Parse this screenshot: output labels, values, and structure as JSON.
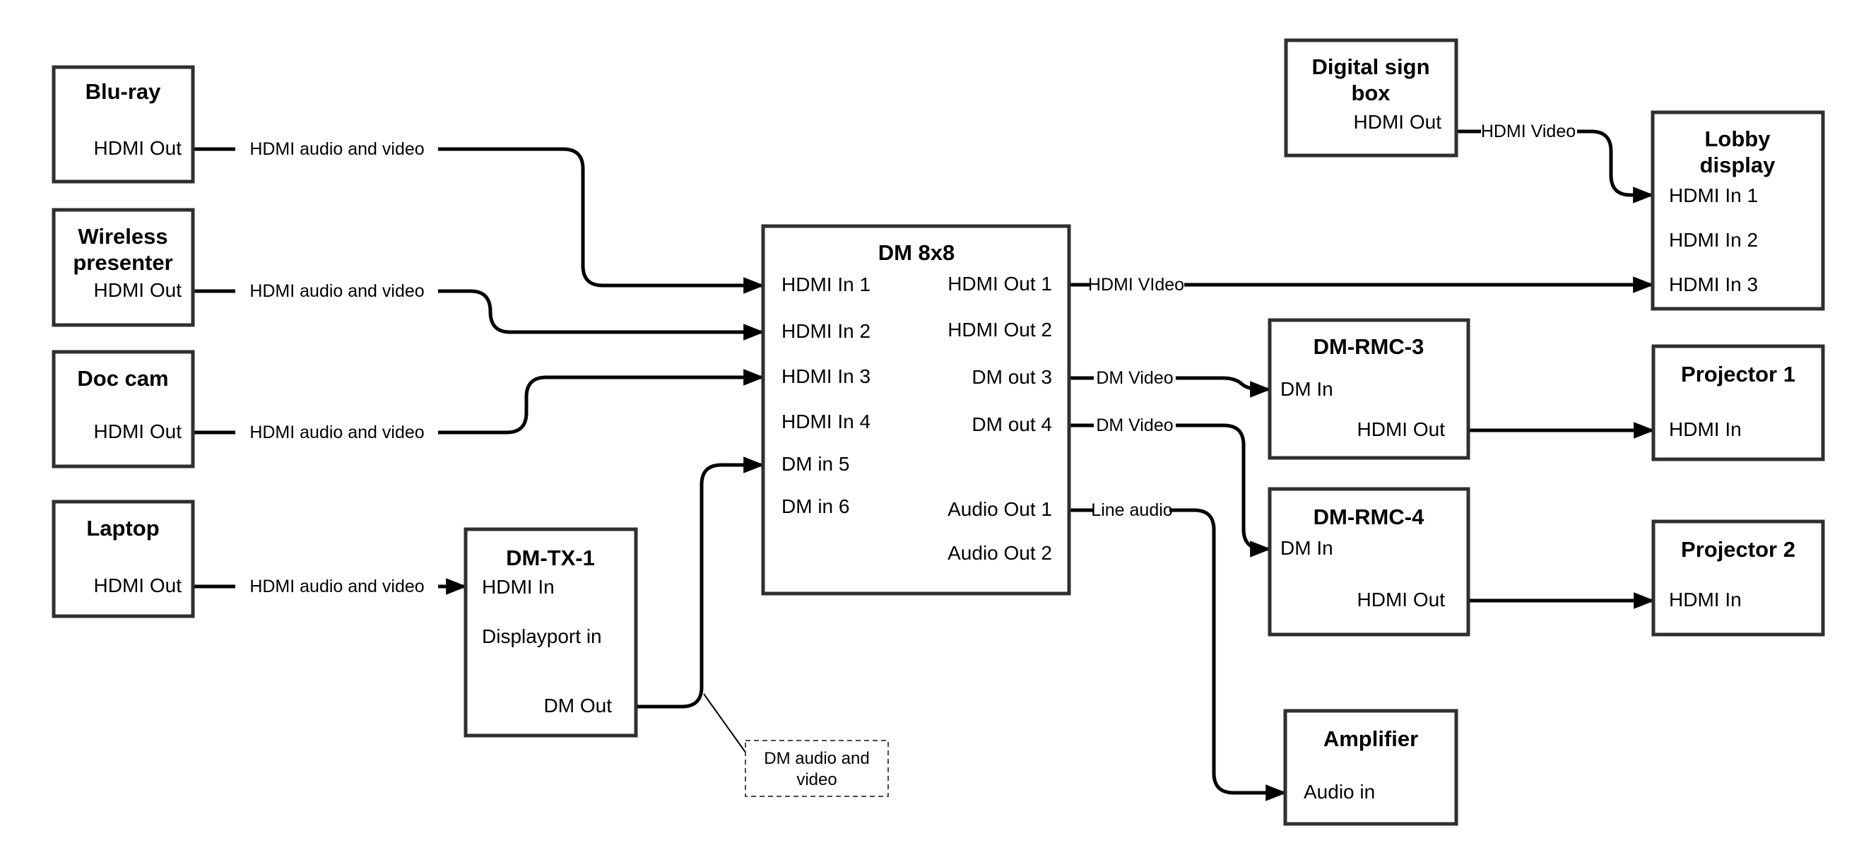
{
  "diagram": {
    "colors": {
      "background": "#ffffff",
      "box_border": "#2f2f2f",
      "note_border": "#4a4a4a",
      "line": "#000000",
      "text": "#000000"
    },
    "nodes": {
      "bluray": {
        "title": "Blu-ray",
        "port_hdmi_out": "HDMI Out"
      },
      "wireless_presenter": {
        "title_line1": "Wireless",
        "title_line2": "presenter",
        "port_hdmi_out": "HDMI Out"
      },
      "doc_cam": {
        "title": "Doc cam",
        "port_hdmi_out": "HDMI Out"
      },
      "laptop": {
        "title": "Laptop",
        "port_hdmi_out": "HDMI Out"
      },
      "dm_tx_1": {
        "title": "DM-TX-1",
        "port_hdmi_in": "HDMI In",
        "port_displayport_in": "Displayport in",
        "port_dm_out": "DM Out"
      },
      "dm_8x8": {
        "title": "DM 8x8",
        "port_hdmi_in_1": "HDMI In 1",
        "port_hdmi_in_2": "HDMI In 2",
        "port_hdmi_in_3": "HDMI In 3",
        "port_hdmi_in_4": "HDMI In 4",
        "port_dm_in_5": "DM in 5",
        "port_dm_in_6": "DM in 6",
        "port_hdmi_out_1": "HDMI Out 1",
        "port_hdmi_out_2": "HDMI Out 2",
        "port_dm_out_3": "DM out 3",
        "port_dm_out_4": "DM out 4",
        "port_audio_out_1": "Audio Out 1",
        "port_audio_out_2": "Audio Out 2"
      },
      "digital_sign_box": {
        "title_line1": "Digital sign",
        "title_line2": "box",
        "port_hdmi_out": "HDMI Out"
      },
      "lobby_display": {
        "title_line1": "Lobby",
        "title_line2": "display",
        "port_hdmi_in_1": "HDMI In 1",
        "port_hdmi_in_2": "HDMI In 2",
        "port_hdmi_in_3": "HDMI In 3"
      },
      "dm_rmc_3": {
        "title": "DM-RMC-3",
        "port_dm_in": "DM In",
        "port_hdmi_out": "HDMI Out"
      },
      "projector_1": {
        "title": "Projector 1",
        "port_hdmi_in": "HDMI In"
      },
      "dm_rmc_4": {
        "title": "DM-RMC-4",
        "port_dm_in": "DM In",
        "port_hdmi_out": "HDMI Out"
      },
      "projector_2": {
        "title": "Projector 2",
        "port_hdmi_in": "HDMI In"
      },
      "amplifier": {
        "title": "Amplifier",
        "port_audio_in": "Audio in"
      }
    },
    "edge_labels": {
      "bluray_to_dm8x8": "HDMI audio and video",
      "wireless_to_dm8x8": "HDMI audio and video",
      "doccam_to_dm8x8": "HDMI audio and video",
      "laptop_to_dmtx1": "HDMI audio and video",
      "dm8x8_to_lobby": "HDMI VIdeo",
      "dm8x8_to_dmrmc3": "DM Video",
      "dm8x8_to_dmrmc4": "DM Video",
      "dm8x8_to_amplifier": "Line audio",
      "digitalsign_to_lobby": "HDMI Video"
    },
    "note": {
      "line1": "DM audio and",
      "line2": "video"
    }
  }
}
